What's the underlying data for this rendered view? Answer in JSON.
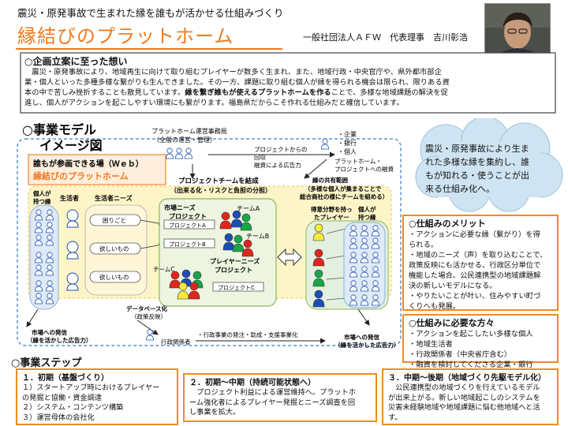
{
  "header": {
    "subtitle": "震災・原発事故で生まれた縁を誰もが活かせる仕組みづくり",
    "title": "縁結びのプラットホーム",
    "org": "一般社団法人ＡＦＷ　代表理事　吉川彰浩"
  },
  "intro": {
    "heading": "○企画立案に至った想い",
    "line1": "　震災・原発事故により、地域再生に向けて取り組むプレイヤーが数多く生まれ、また、地域行政・中央官庁や、県外都市部企",
    "line2": "業・個人といった多種多様な繋がりも生んできました。その一方、課題に取り組む個人が縁を得られる機会は限られ、限りある資",
    "line3a": "本の中で苦しみ挫折することも散見しています。",
    "line3b": "縁を繋ぎ誰もが使えるプラットホームを作る",
    "line3c": "ことで、多様な地域課題の解決を促",
    "line4": "進し、個人がアクションを起こしやすい環境にも繋がります。福島県だからこそ作れる仕組みだと確信しています。"
  },
  "cloud": {
    "l1": "震災・原発事故により生ま",
    "l2": "れた多様な縁を集約し、誰",
    "l3": "もが知れる・使うことが出",
    "l4": "来る仕組み化へ。"
  },
  "merit": {
    "heading": "○仕組みのメリット",
    "items": [
      "・アクションに必要な縁（繋がり）を得",
      "られる。",
      "・地域のニーズ（声）を取り込むことで、",
      "政策反映にも活かせる、行政区分単位で",
      "機能した場合、公民連携型の地域課題解",
      "決の新しいモデルになる。",
      "・やりたいことが叶い、住みやすい町づ",
      "くりへも発展。"
    ]
  },
  "people": {
    "heading": "○仕組みに必要な方々",
    "items": [
      "・アクションを起こしたい多様な個人",
      "・地域生活者",
      "・行政関係者（中央省庁含む）",
      "・融資を検討してくださる企業・銀行"
    ]
  },
  "model": {
    "title_l1": "○事業モデル",
    "title_l2": "イメージ図",
    "web_l1": "誰もが参画できる場（Ｗｅｂ）",
    "web_l2": "縁結びのプラットホーム",
    "office_l1": "プラットホーム運営事務局",
    "office_l2": "（全般の運営・管理）",
    "partners": [
      "・企業",
      "・銀行",
      "・個人"
    ],
    "fund_l1": "プロジェクトからの",
    "fund_l2": "回収",
    "fund_l3": "融資による広告力",
    "pf_l1": "プラットホーム・",
    "pf_l2": "プロジェクトへの融資",
    "team_l1": "プロジェクトチームを結成",
    "team_l2": "（出来る化・リスクと負担の分担）",
    "shared_l1": "縁の共有範囲",
    "shared_l2": "（多様な個人が集まることで",
    "shared_l3": "総合商社の様にチームを組める）",
    "holders_l1": "個人が",
    "holders_l2": "持つ縁",
    "residents": "生活者",
    "residents_needs": "生活者ニーズ",
    "needs": [
      "困りごと",
      "欲しいもの",
      "欲しいもの"
    ],
    "needs_project_l1": "市場ニーズ",
    "needs_project_l2": "プロジェクト",
    "teamA": "チームA",
    "teamB": "チームB",
    "teamC": "チームC",
    "projA": "プロジェクトA",
    "projB": "プロジェクトB",
    "projC": "プロジェクトC",
    "player_l1": "プレイヤーニーズ",
    "player_l2": "プロジェクト",
    "players_l1": "得意分野を持っ",
    "players_l2": "たプレイヤー",
    "holders_r_l1": "個人が",
    "holders_r_l2": "持つ縁",
    "db_l1": "データベース化",
    "db_l2": "（政策反映）",
    "admin": "行政関係者",
    "admin_flow": "・行政事業の発注・助成・支援事業化",
    "market_left_l1": "市場への発信",
    "market_left_l2": "（縁を活かした広告力）",
    "market_right_l1": "市場への発信",
    "market_right_l2": "（縁を活かした広告力）"
  },
  "steps": {
    "title": "○事業ステップ",
    "s1": {
      "head": "１．初期（基盤づくり）",
      "lines": [
        "１）スタートアップ時におけるプレイヤー",
        "の発掘と協働・資金調達",
        "２）システム・コンテンツ構築",
        "３）運営母体の会社化"
      ]
    },
    "s2": {
      "head": "２．初期〜中期（持続可能状態へ）",
      "lines": [
        "　プロジェクト利益による運営維持へ。プラットホ",
        "ーム強化者によるプレイヤー発掘とニーズ調査を回",
        "し事業を拡大。"
      ]
    },
    "s3": {
      "head": "３．中期〜後期（地域づくり先駆モデル化）",
      "lines": [
        "　公民連携型の地域づくりを行えているモデル",
        "が出来上がる。新しい地域起こしのシステムを",
        "災害未経験地域や地域課題に悩む他地域へと活",
        "す。"
      ]
    }
  },
  "colors": {
    "accent": "#f07a1e",
    "box_border": "#f08a24",
    "cloud": "#cfe4f2",
    "web_box": "#fdeedd",
    "zone": "#fdf5c8",
    "person_red": "#e0261c",
    "person_blue": "#1c4db5",
    "person_green": "#1aa548",
    "person_yellow": "#f2ea3c",
    "group_blue": "#dfeaf6"
  }
}
